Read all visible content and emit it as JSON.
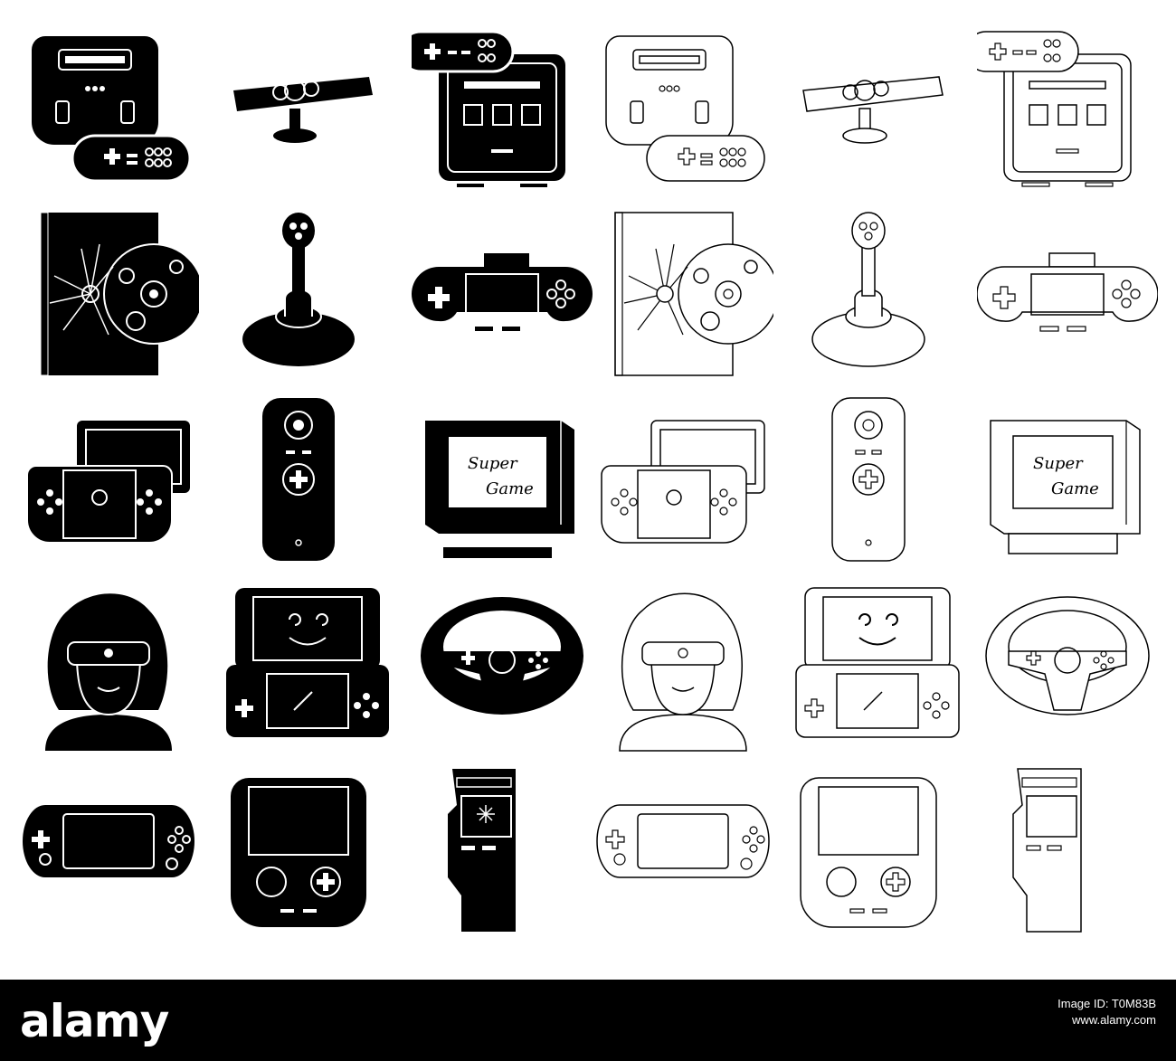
{
  "icons": {
    "solid_color": "#000000",
    "outline_color": "#000000",
    "background": "#ffffff",
    "rows": [
      [
        "retro-console-with-gamepad-icon",
        "motion-sensor-bar-icon",
        "console-with-gamepad-cartridge-icon",
        "retro-console-with-gamepad-icon",
        "motion-sensor-bar-icon",
        "console-with-gamepad-cartridge-icon"
      ],
      [
        "game-disc-box-icon",
        "joystick-icon",
        "handheld-game-console-icon",
        "game-disc-box-icon",
        "joystick-icon",
        "handheld-game-console-icon"
      ],
      [
        "hybrid-console-icon",
        "motion-controller-icon",
        "game-cartridge-icon",
        "hybrid-console-icon",
        "motion-controller-icon",
        "game-cartridge-icon"
      ],
      [
        "vr-headset-woman-icon",
        "dual-screen-handheld-icon",
        "steering-wheel-controller-icon",
        "vr-headset-woman-icon",
        "dual-screen-handheld-icon",
        "steering-wheel-controller-icon"
      ],
      [
        "portable-console-icon",
        "retro-handheld-icon",
        "arcade-machine-icon",
        "portable-console-icon",
        "retro-handheld-icon",
        "arcade-machine-icon"
      ]
    ],
    "cartridge_label": "Super\nGame",
    "cartridge_line1": "Super",
    "cartridge_line2": "Game"
  },
  "watermark": {
    "brand": "alamy",
    "image_id": "Image ID: T0M83B",
    "url": "www.alamy.com"
  }
}
